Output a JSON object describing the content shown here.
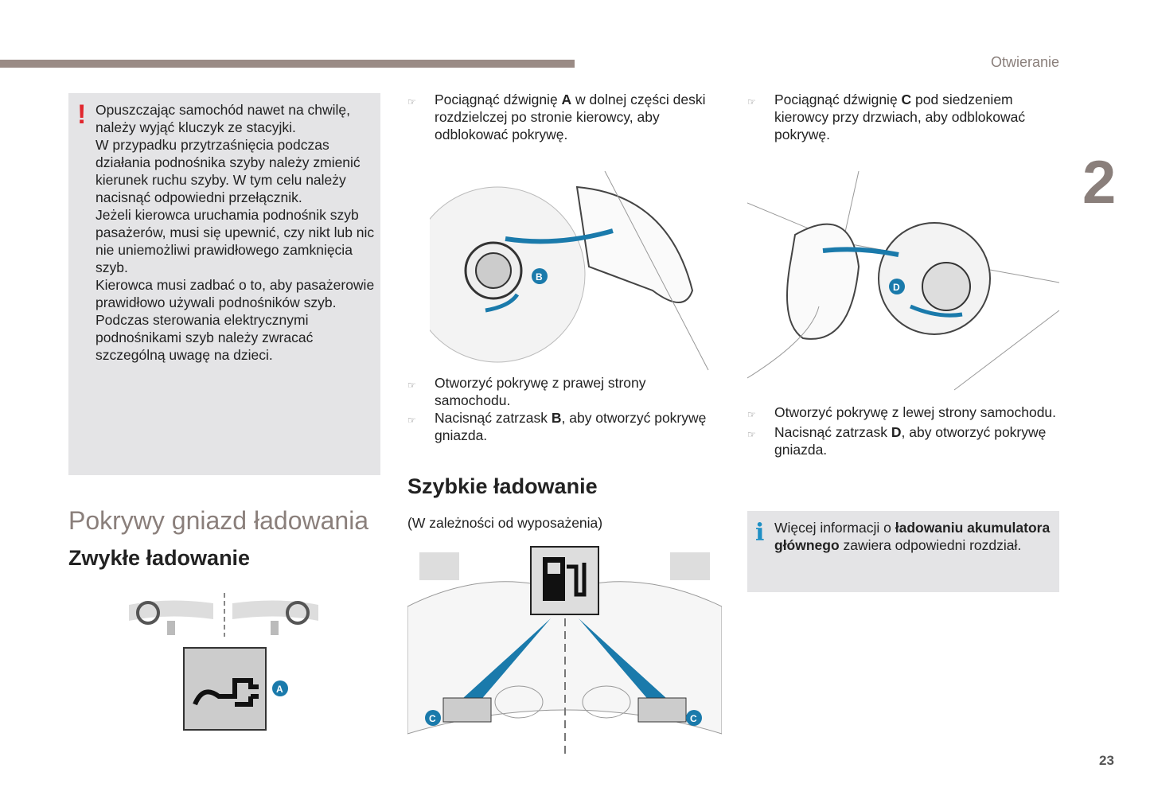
{
  "header": {
    "section": "Otwieranie",
    "chapter": "2"
  },
  "footer": {
    "page_number": "23"
  },
  "warning": {
    "icon": "exclamation-icon",
    "mark": "!",
    "lines": [
      "Opuszczając samochód nawet na chwilę, należy wyjąć kluczyk ze stacyjki.",
      "W przypadku przytrzaśnięcia podczas działania podnośnika szyby należy zmienić kierunek ruchu szyby. W tym celu należy nacisnąć odpowiedni przełącznik.",
      "Jeżeli kierowca uruchamia podnośnik szyb pasażerów, musi się upewnić, czy nikt lub nic nie uniemożliwi prawidłowego zamknięcia szyb.",
      "Kierowca musi zadbać o to, aby pasażerowie prawidłowo używali podnośników szyb.",
      "Podczas sterowania elektrycznymi podnośnikami szyb należy zwracać szczególną uwagę na dzieci."
    ]
  },
  "left": {
    "title": "Pokrywy gniazd ładowania",
    "subtitle": "Zwykłe ładowanie",
    "label_a": "A"
  },
  "middle": {
    "step1": {
      "pre": "Pociągnąć dźwignię ",
      "bold": "A",
      "post": " w dolnej części deski rozdzielczej po stronie kierowcy, aby odblokować pokrywę."
    },
    "step2": "Otworzyć pokrywę z prawej strony samochodu.",
    "step3": {
      "pre": "Nacisnąć zatrzask ",
      "bold": "B",
      "post": ", aby otworzyć pokrywę gniazda."
    },
    "label_b": "B",
    "title": "Szybkie ładowanie",
    "note": "(W zależności od wyposażenia)",
    "label_c": "C"
  },
  "right": {
    "step1": {
      "pre": "Pociągnąć dźwignię ",
      "bold": "C",
      "post": " pod siedzeniem kierowcy przy drzwiach, aby odblokować pokrywę."
    },
    "step2": "Otworzyć pokrywę z lewej strony samochodu.",
    "step3": {
      "pre": "Nacisnąć zatrzask ",
      "bold": "D",
      "post": ", aby otworzyć pokrywę gniazda."
    },
    "label_d": "D",
    "info": {
      "icon": "info-icon",
      "mark": "i",
      "pre": "Więcej informacji o ",
      "bold": "ładowaniu akumulatora głównego",
      "post": " zawiera odpowiedni rozdział."
    }
  },
  "bullet_icon": "pointing-hand-icon",
  "bullet_glyph": "☞"
}
